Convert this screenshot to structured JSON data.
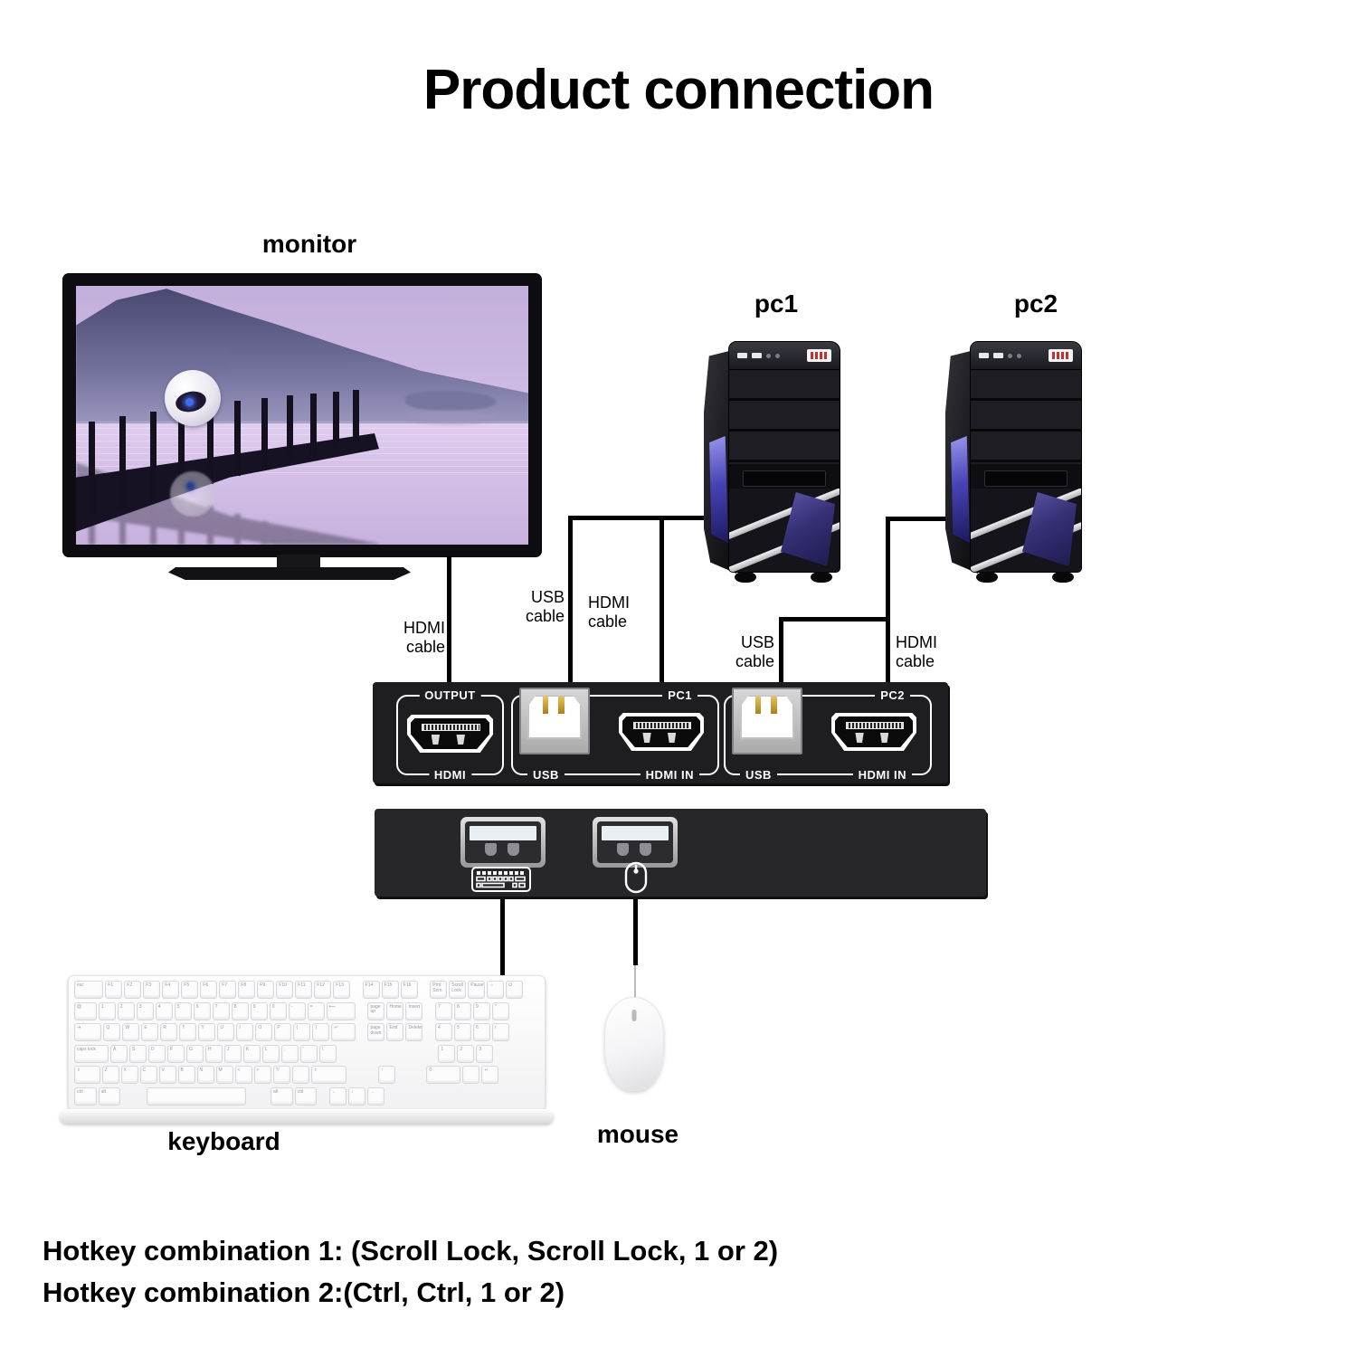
{
  "title": "Product connection",
  "devices": {
    "monitor_label": "monitor",
    "pc1_label": "pc1",
    "pc2_label": "pc2",
    "keyboard_label": "keyboard",
    "mouse_label": "mouse"
  },
  "cable_labels": {
    "monitor_hdmi": "HDMI cable",
    "pc1_usb": "USB cable",
    "pc1_hdmi": "HDMI cable",
    "pc2_usb": "USB cable",
    "pc2_hdmi": "HDMI cable"
  },
  "kvm_rear": {
    "output_group": "OUTPUT",
    "output_port": "HDMI",
    "pc1_group": "PC1",
    "pc1_usb": "USB",
    "pc1_hdmi": "HDMI IN",
    "pc2_group": "PC2",
    "pc2_usb": "USB",
    "pc2_hdmi": "HDMI IN"
  },
  "hotkeys": {
    "line1": "Hotkey combination 1: (Scroll Lock, Scroll Lock, 1 or 2)",
    "line2": "Hotkey combination 2:(Ctrl, Ctrl, 1 or 2)"
  },
  "icons": {
    "keyboard_port": "keyboard-icon",
    "mouse_port": "mouse-icon"
  },
  "colors": {
    "background": "#ffffff",
    "text": "#000000",
    "kvm_rear_bg": "#1e1e20",
    "kvm_front_bg": "#27272a",
    "port_outline": "#ffffff",
    "usb_pin_gold": "#c9a227",
    "tower_window_blue": "#4a46a0",
    "screen_sky_purple": "#c7b3de",
    "screen_water_purple": "#d6c3e9",
    "cable_black": "#000000"
  },
  "keyboard": {
    "rows": [
      [
        [
          "esc",
          1.7
        ],
        [
          "F1",
          1
        ],
        [
          "F2",
          1
        ],
        [
          "F3",
          1
        ],
        [
          "F4",
          1
        ],
        [
          "F5",
          1
        ],
        [
          "F6",
          1
        ],
        [
          "F7",
          1
        ],
        [
          "F8",
          1
        ],
        [
          "F9",
          1
        ],
        [
          "F10",
          1
        ],
        [
          "F11",
          1
        ],
        [
          "F12",
          1
        ],
        [
          "F13",
          1
        ],
        [
          "",
          0.5,
          1
        ],
        [
          "F14",
          1
        ],
        [
          "F15",
          1
        ],
        [
          "F16",
          1
        ],
        [
          "",
          0.5,
          1
        ],
        [
          "Prnt Scrn",
          1
        ],
        [
          "Scroll Lock",
          1
        ],
        [
          "Pause",
          1
        ],
        [
          "☼",
          1
        ],
        [
          "⏻",
          1
        ]
      ],
      [
        [
          "@",
          1.3
        ],
        [
          "1",
          1
        ],
        [
          "2",
          1
        ],
        [
          "3",
          1
        ],
        [
          "4",
          1
        ],
        [
          "5",
          1
        ],
        [
          "6",
          1
        ],
        [
          "7",
          1
        ],
        [
          "8",
          1
        ],
        [
          "9",
          1
        ],
        [
          "0",
          1
        ],
        [
          "-",
          1
        ],
        [
          "=",
          1
        ],
        [
          "⟵",
          1.7
        ],
        [
          "",
          0.5,
          1
        ],
        [
          "page up",
          1
        ],
        [
          "Home",
          1
        ],
        [
          "Insert",
          1
        ],
        [
          "",
          0.5,
          1
        ],
        [
          "7",
          1
        ],
        [
          "8",
          1
        ],
        [
          "9",
          1
        ],
        [
          "*",
          1
        ]
      ],
      [
        [
          "⇥",
          1.6
        ],
        [
          "Q",
          1
        ],
        [
          "W",
          1
        ],
        [
          "E",
          1
        ],
        [
          "R",
          1
        ],
        [
          "T",
          1
        ],
        [
          "Y",
          1
        ],
        [
          "U",
          1
        ],
        [
          "I",
          1
        ],
        [
          "O",
          1
        ],
        [
          "P",
          1
        ],
        [
          "{",
          1
        ],
        [
          "}",
          1
        ],
        [
          "↵",
          1.4
        ],
        [
          "",
          0.5,
          1
        ],
        [
          "page down",
          1
        ],
        [
          "End",
          1
        ],
        [
          "Delete",
          1
        ],
        [
          "",
          0.5,
          1
        ],
        [
          "4",
          1
        ],
        [
          "5",
          1
        ],
        [
          "6",
          1
        ],
        [
          "/",
          1
        ]
      ],
      [
        [
          "caps lock",
          2
        ],
        [
          "A",
          1
        ],
        [
          "S",
          1
        ],
        [
          "D",
          1
        ],
        [
          "F",
          1
        ],
        [
          "G",
          1
        ],
        [
          "H",
          1
        ],
        [
          "J",
          1
        ],
        [
          "K",
          1
        ],
        [
          "L",
          1
        ],
        [
          ";",
          1
        ],
        [
          "'",
          1
        ],
        [
          "\\",
          1
        ],
        [
          "",
          2.1,
          1
        ],
        [
          "",
          3.5,
          1
        ],
        [
          "1",
          1
        ],
        [
          "2",
          1
        ],
        [
          "3",
          1
        ],
        [
          "",
          1,
          1
        ]
      ],
      [
        [
          "⇧",
          1.5
        ],
        [
          "Z",
          1
        ],
        [
          "X",
          1
        ],
        [
          "C",
          1
        ],
        [
          "V",
          1
        ],
        [
          "B",
          1
        ],
        [
          "N",
          1
        ],
        [
          "M",
          1
        ],
        [
          "<",
          1
        ],
        [
          ">",
          1
        ],
        [
          "?/",
          1
        ],
        [
          ".",
          1
        ],
        [
          "⇧",
          2.1
        ],
        [
          "",
          0.5,
          1
        ],
        [
          "",
          1,
          1
        ],
        [
          "↑",
          1
        ],
        [
          "",
          1,
          1
        ],
        [
          "",
          0.5,
          1
        ],
        [
          "0",
          2
        ],
        [
          ".",
          1
        ],
        [
          "↵",
          1
        ]
      ],
      [
        [
          "ctrl",
          1.3
        ],
        [
          "alt",
          1.3
        ],
        [
          "",
          1.3,
          1
        ],
        [
          "",
          5.8
        ],
        [
          "",
          1.2,
          1
        ],
        [
          "alt",
          1.3
        ],
        [
          "ctrl",
          1.3
        ],
        [
          "",
          0.5,
          1
        ],
        [
          "←",
          1
        ],
        [
          "↓",
          1
        ],
        [
          "→",
          1
        ],
        [
          "",
          0.5,
          1
        ],
        [
          "",
          6.2,
          1
        ]
      ]
    ]
  }
}
